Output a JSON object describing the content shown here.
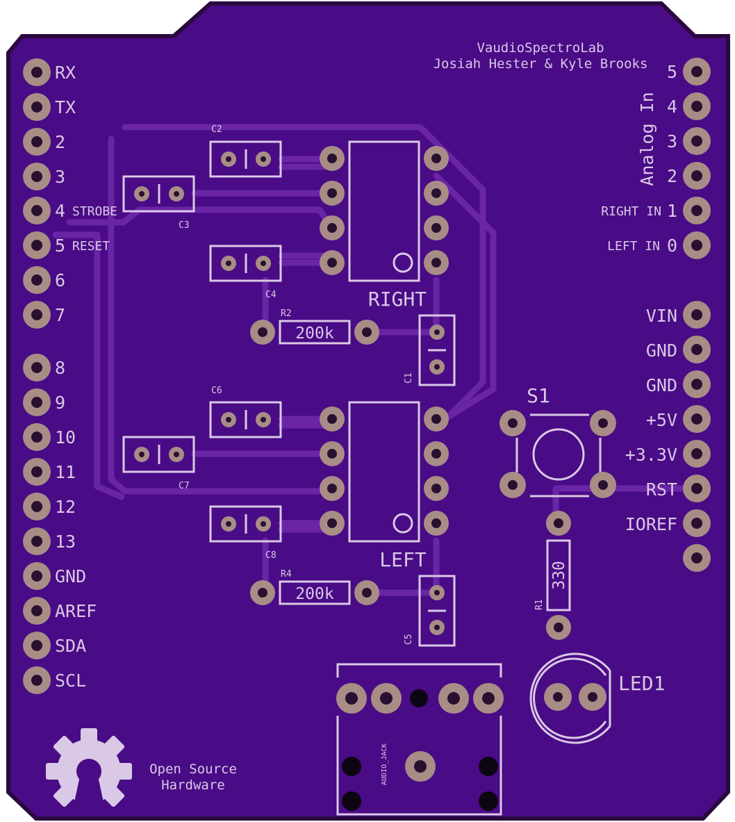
{
  "board": {
    "title": "VaudioSpectroLab",
    "authors": "Josiah Hester & Kyle Brooks",
    "oshw_line1": "Open Source",
    "oshw_line2": "Hardware",
    "colors": {
      "board": "#4a0b86",
      "board_edge": "#2a0a3e",
      "silkscreen": "#d9c9e6",
      "pad": "#a88d86"
    }
  },
  "left_header": {
    "pins": [
      "RX",
      "TX",
      "2",
      "3",
      "4",
      "5",
      "6",
      "7",
      "8",
      "9",
      "10",
      "11",
      "12",
      "13",
      "GND",
      "AREF",
      "SDA",
      "SCL"
    ],
    "strobe_label": "STROBE",
    "reset_label": "RESET"
  },
  "right_header": {
    "analog_title": "Analog In",
    "analog_pins": [
      "5",
      "4",
      "3",
      "2",
      "1",
      "0"
    ],
    "right_in_label": "RIGHT IN",
    "left_in_label": "LEFT IN",
    "power_pins": [
      "VIN",
      "GND",
      "GND",
      "+5V",
      "+3.3V",
      "RST",
      "IOREF"
    ]
  },
  "components": {
    "c2": "C2",
    "c3": "C3",
    "c4": "C4",
    "c1": "C1",
    "c6": "C6",
    "c7": "C7",
    "c8": "C8",
    "c5": "C5",
    "r2": "R2",
    "r2_value": "200k",
    "r4": "R4",
    "r4_value": "200k",
    "r1": "R1",
    "r1_value": "330",
    "ic_right": "RIGHT",
    "ic_left": "LEFT",
    "s1": "S1",
    "led1": "LED1",
    "jack": "AUDIO_JACK"
  }
}
